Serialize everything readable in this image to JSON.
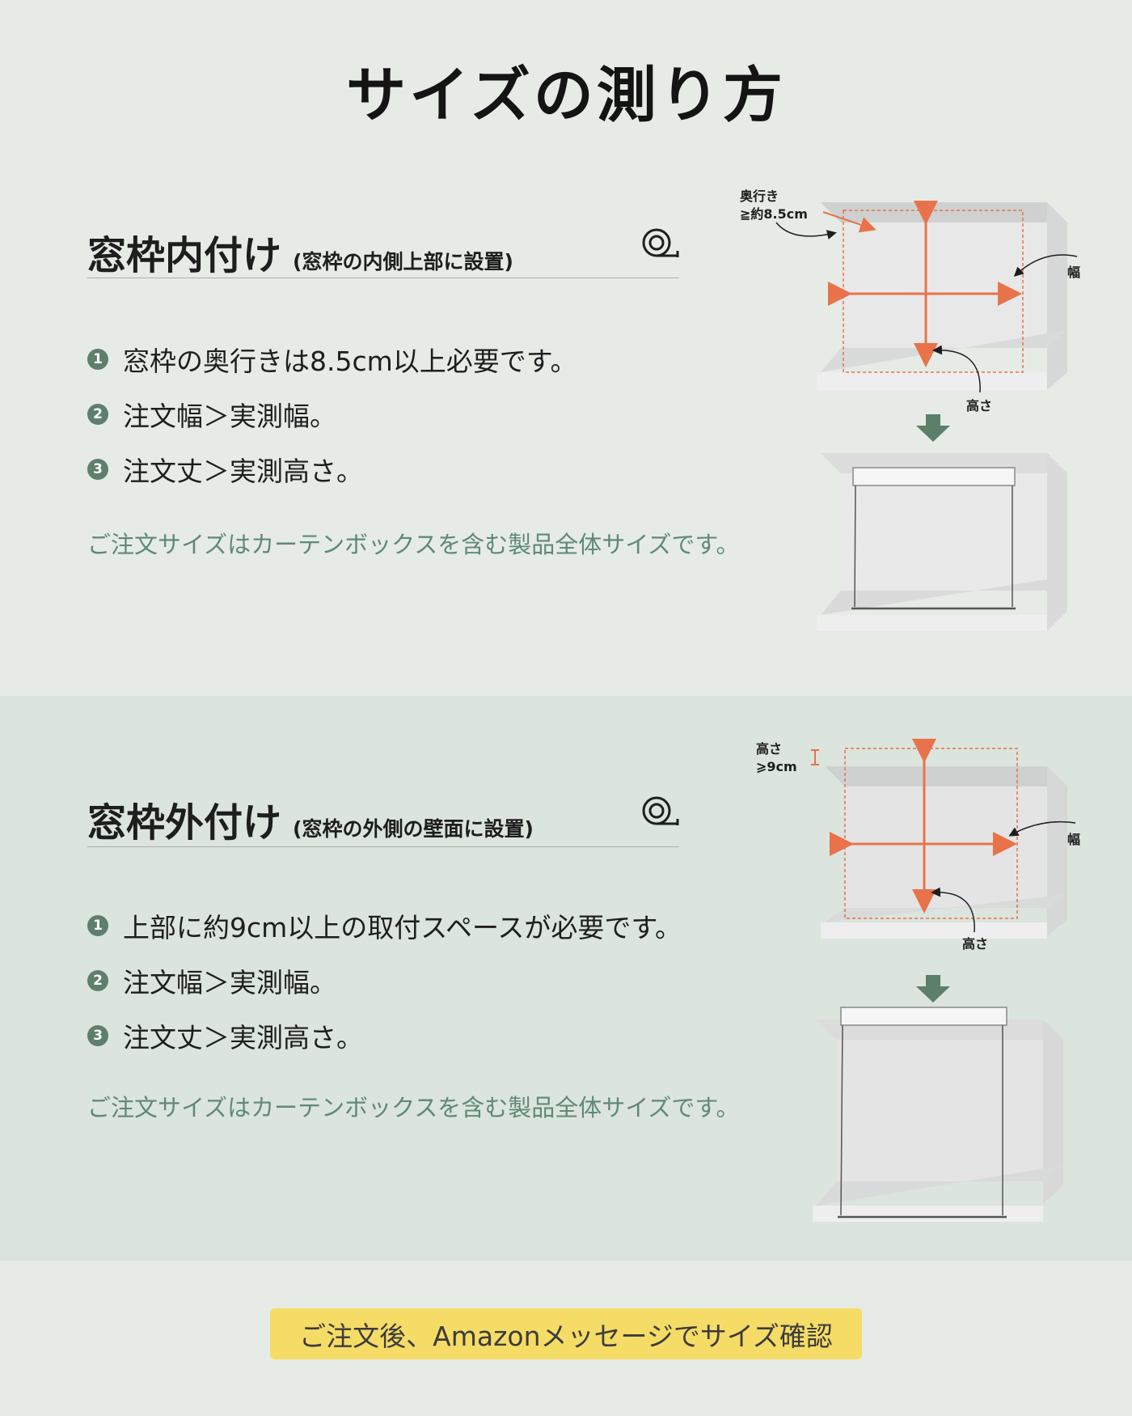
{
  "page": {
    "title": "サイズの測り方"
  },
  "inner_mount": {
    "title": "窓枠内付け",
    "subtitle": "(窓枠の内側上部に設置)",
    "items": [
      {
        "num": "1",
        "text": "窓枠の奥行きは8.5cm以上必要です。"
      },
      {
        "num": "2",
        "text": "注文幅＞実測幅。"
      },
      {
        "num": "3",
        "text": "注文丈＞実測高さ。"
      }
    ],
    "note": "ご注文サイズはカーテンボックスを含む製品全体サイズです。",
    "diagram": {
      "depth_label_1": "奥行き",
      "depth_label_2": "≧約8.5cm",
      "width_label": "幅",
      "height_label": "高さ"
    }
  },
  "outer_mount": {
    "title": "窓枠外付け",
    "subtitle": "(窓枠の外側の壁面に設置)",
    "items": [
      {
        "num": "1",
        "text": "上部に約9cm以上の取付スペースが必要です。"
      },
      {
        "num": "2",
        "text": "注文幅＞実測幅。"
      },
      {
        "num": "3",
        "text": "注文丈＞実測高さ。"
      }
    ],
    "note": "ご注文サイズはカーテンボックスを含む製品全体サイズです。",
    "diagram": {
      "space_label_1": "高さ",
      "space_label_2": "⩾9cm",
      "width_label": "幅",
      "height_label": "高さ"
    }
  },
  "cta": {
    "text": "ご注文後、Amazonメッセージでサイズ確認"
  },
  "colors": {
    "accent_orange": "#e8734a",
    "badge_green": "#5f7f6d",
    "note_green": "#5f8a74",
    "arrow_green": "#5b7f68",
    "cta_yellow": "#f5dc66"
  }
}
